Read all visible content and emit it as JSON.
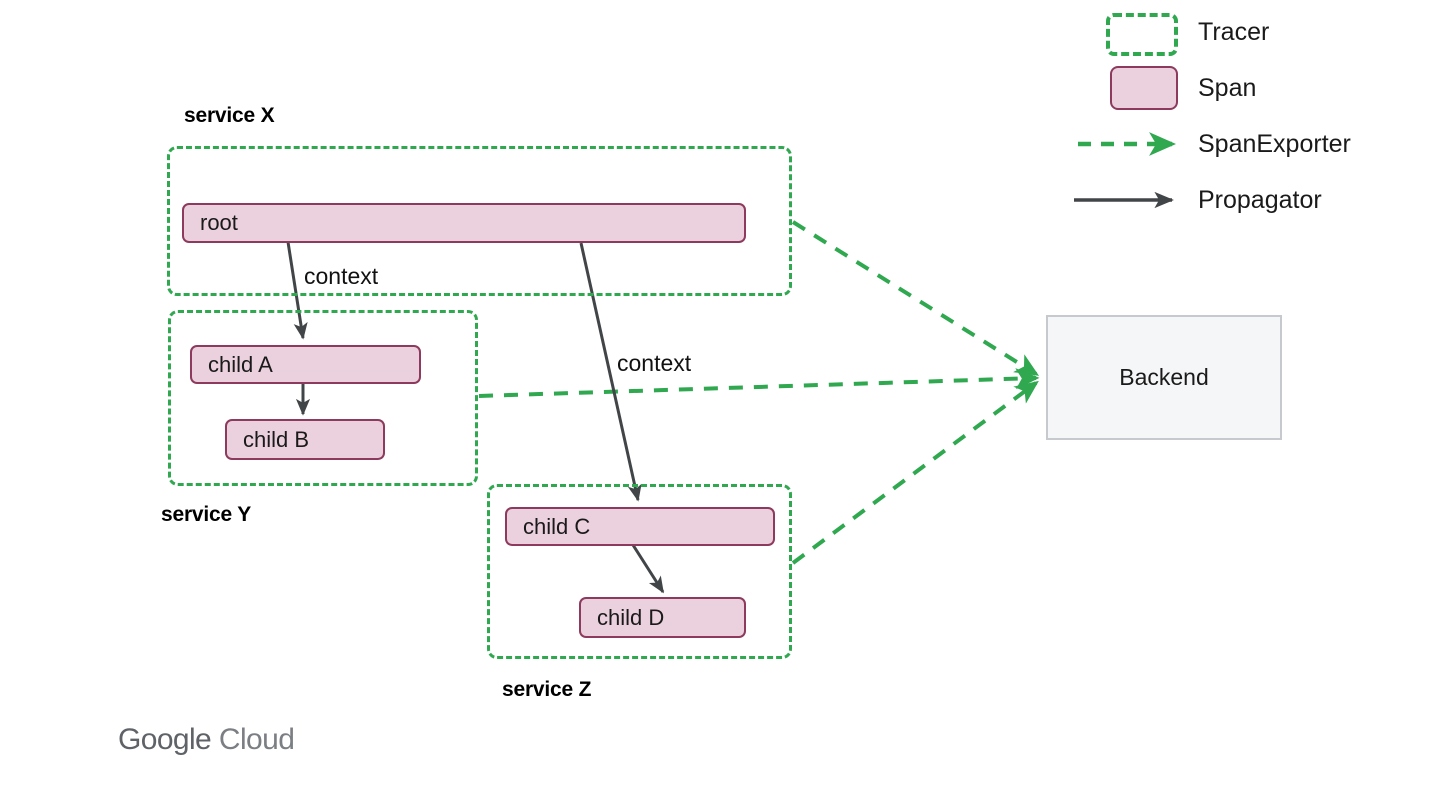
{
  "legend": {
    "items": [
      {
        "label": "Tracer",
        "icon": "dashed-green-box-icon"
      },
      {
        "label": "Span",
        "icon": "pink-rounded-box-icon"
      },
      {
        "label": "SpanExporter",
        "icon": "green-dashed-arrow-icon"
      },
      {
        "label": "Propagator",
        "icon": "gray-solid-arrow-icon"
      }
    ]
  },
  "services": [
    {
      "id": "x",
      "label": "service X"
    },
    {
      "id": "y",
      "label": "service Y"
    },
    {
      "id": "z",
      "label": "service Z"
    }
  ],
  "spans": [
    {
      "id": "root",
      "label": "root"
    },
    {
      "id": "child-a",
      "label": "child A"
    },
    {
      "id": "child-b",
      "label": "child B"
    },
    {
      "id": "child-c",
      "label": "child C"
    },
    {
      "id": "child-d",
      "label": "child D"
    }
  ],
  "backend": {
    "label": "Backend"
  },
  "edges": [
    {
      "id": "root-to-child-a",
      "label": "context",
      "kind": "propagator"
    },
    {
      "id": "root-to-child-c",
      "label": "context",
      "kind": "propagator"
    },
    {
      "id": "child-a-to-child-b",
      "label": "",
      "kind": "propagator"
    },
    {
      "id": "child-c-to-child-d",
      "label": "",
      "kind": "propagator"
    },
    {
      "id": "service-x-to-backend",
      "label": "",
      "kind": "span-exporter"
    },
    {
      "id": "service-y-to-backend",
      "label": "",
      "kind": "span-exporter"
    },
    {
      "id": "service-z-to-backend",
      "label": "",
      "kind": "span-exporter"
    }
  ],
  "branding": {
    "word1": "Google",
    "word2": "Cloud"
  },
  "colors": {
    "tracer_green": "#2fa84f",
    "span_fill": "#ebd0dd",
    "span_border": "#8d3a5e",
    "propagator_gray": "#424548",
    "backend_fill": "#f5f6f8",
    "backend_border": "#c6c9cd",
    "brand_gray": "#5f6368"
  }
}
